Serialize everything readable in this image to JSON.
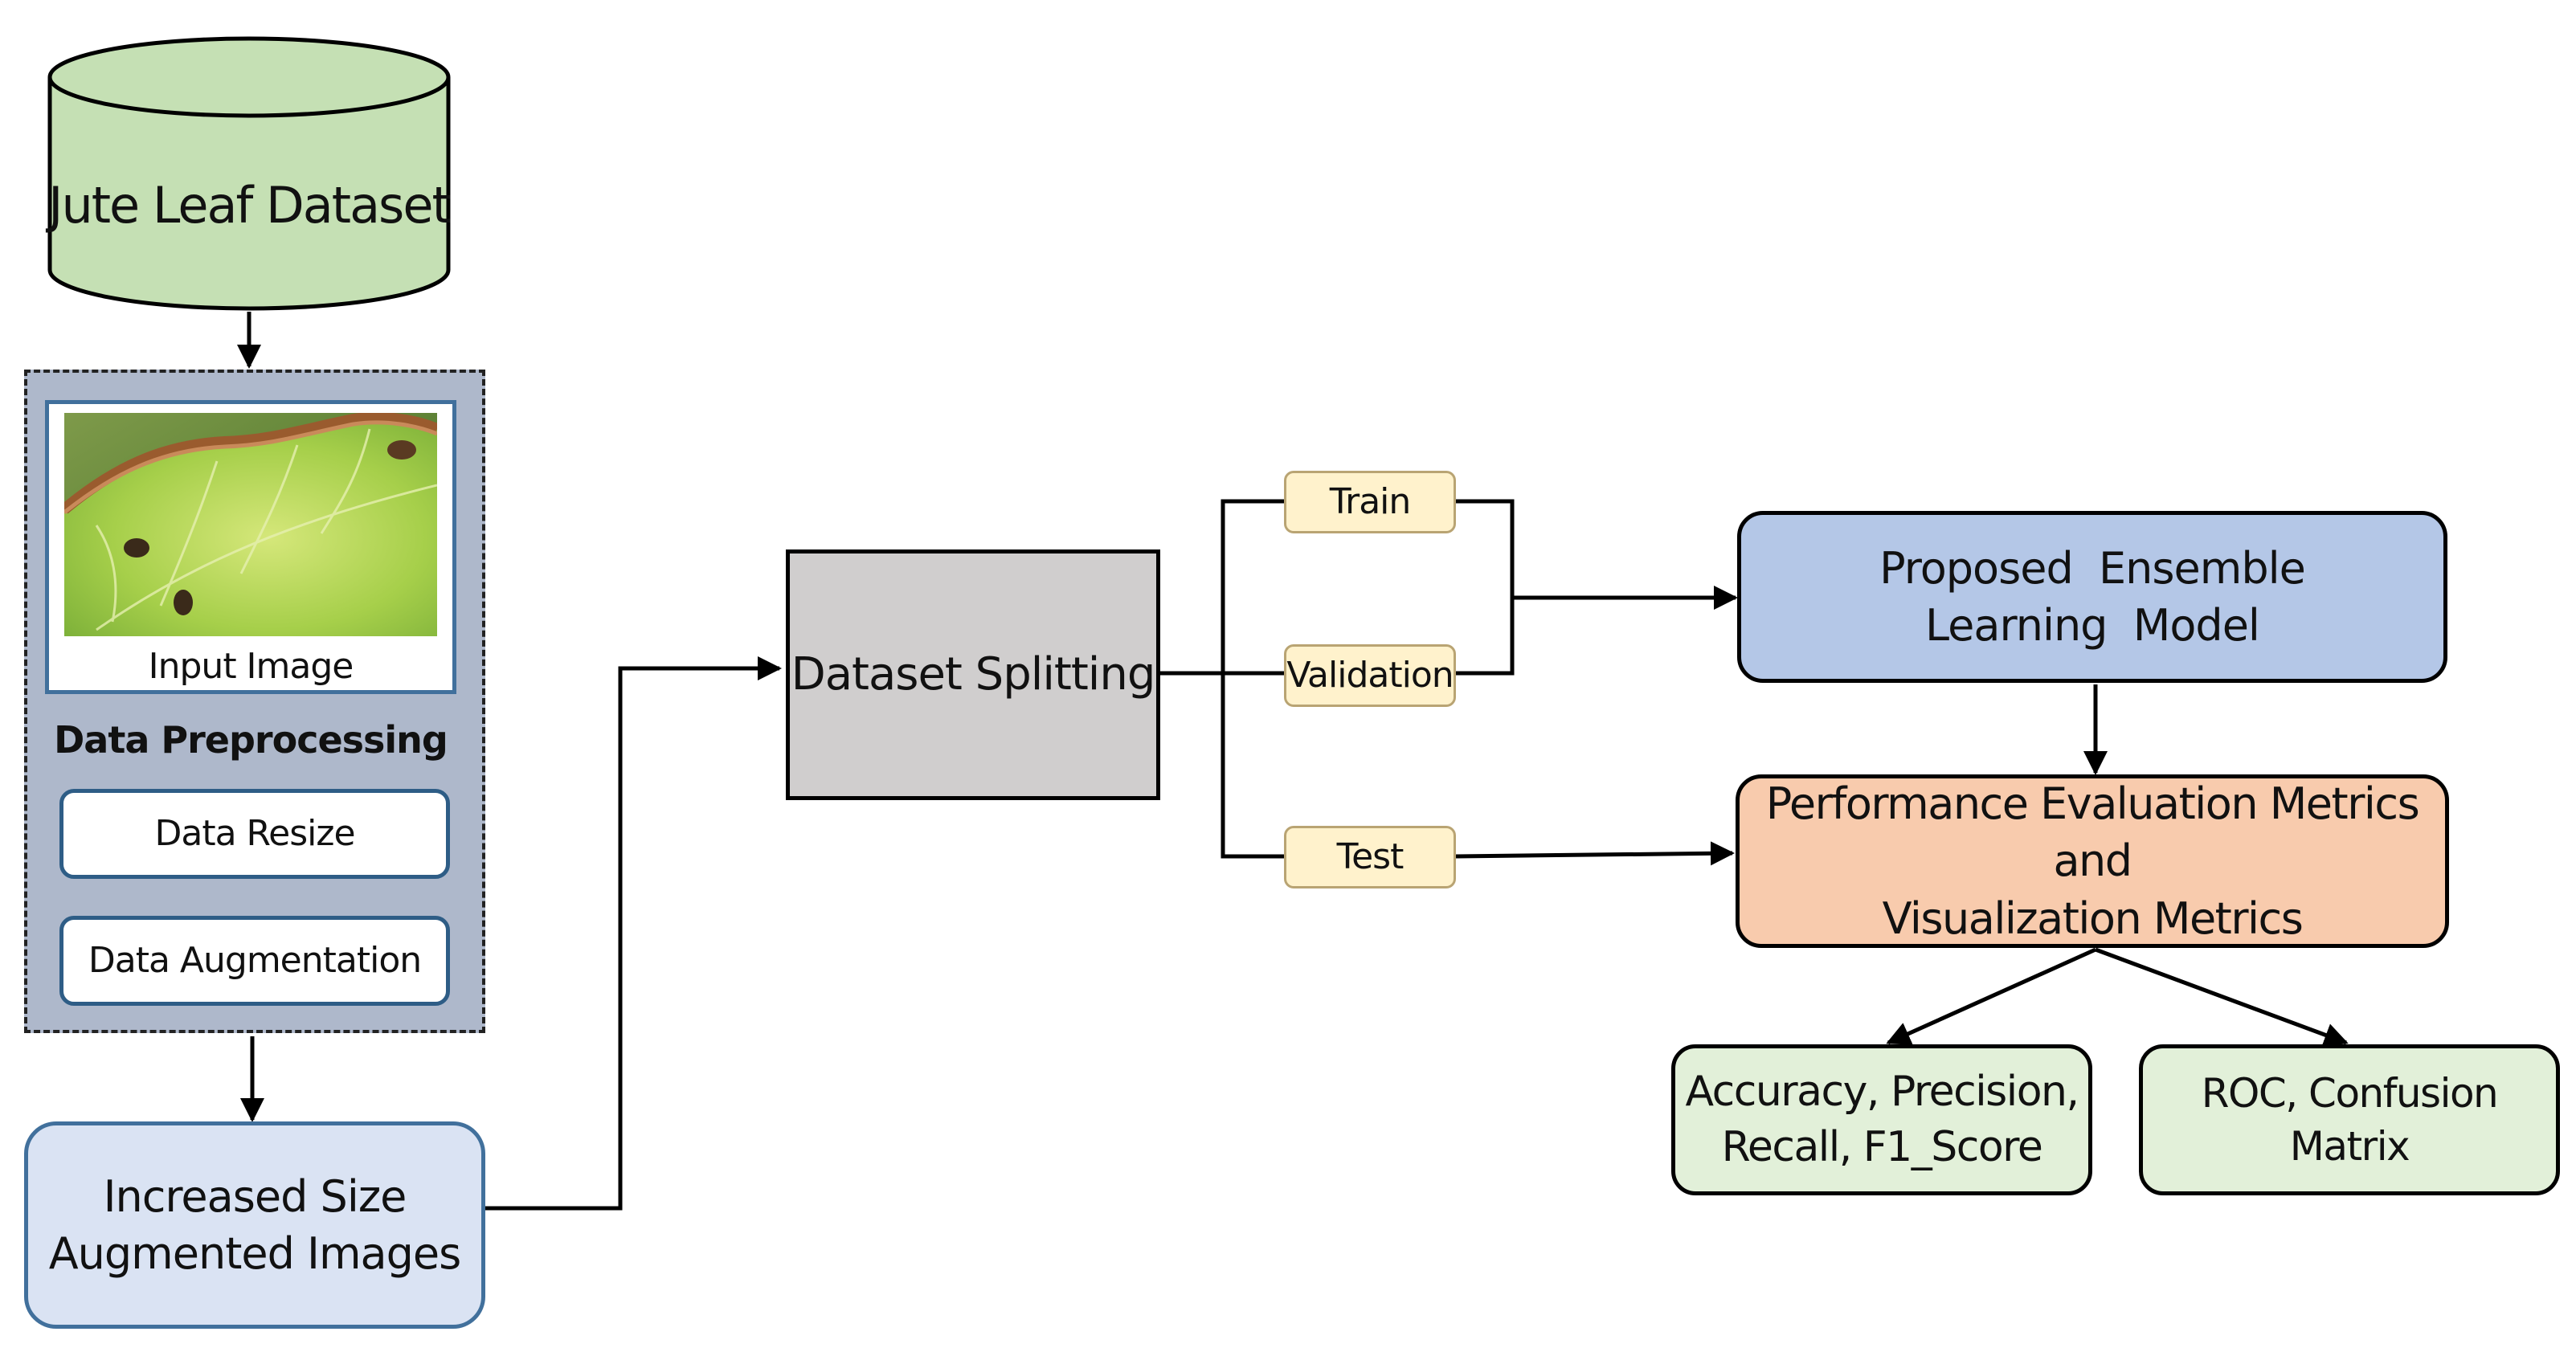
{
  "diagram": {
    "dataset": {
      "label": "Jute Leaf Dataset"
    },
    "preprocessing": {
      "input_image_label": "Input Image",
      "title": "Data Preprocessing",
      "steps": [
        "Data Resize",
        "Data Augmentation"
      ]
    },
    "augmented": {
      "line1": "Increased Size",
      "line2": "Augmented Images"
    },
    "splitting": {
      "label": "Dataset Splitting"
    },
    "splits": {
      "train": "Train",
      "validation": "Validation",
      "test": "Test"
    },
    "model": {
      "line1": "Proposed  Ensemble",
      "line2": "Learning  Model"
    },
    "evaluation": {
      "line1": "Performance Evaluation Metrics and",
      "line2": "Visualization Metrics"
    },
    "metrics": {
      "scores": {
        "line1": "Accuracy, Precision,",
        "line2": "Recall, F1_Score"
      },
      "plots": "ROC, Confusion Matrix"
    },
    "colors": {
      "dataset_fill": "#c5e0b4",
      "preprocessing_fill": "#aeb8cb",
      "augmented_fill": "#dae3f3",
      "splitting_fill": "#d0cece",
      "split_pill_fill": "#fff2cc",
      "model_fill": "#b4c7e7",
      "evaluation_fill": "#f8cbad",
      "metrics_fill": "#e2f0d9",
      "border": "#2e5d86"
    },
    "icons": {
      "input_image": "diseased-jute-leaf-photo"
    }
  }
}
